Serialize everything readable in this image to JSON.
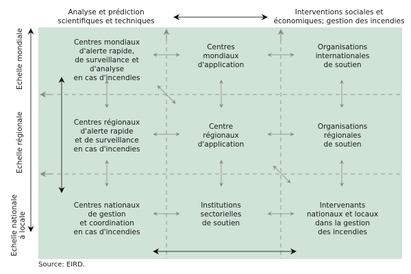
{
  "headers": {
    "left": "Analyse et prédiction\nscientifiques et techniques",
    "right": "Interventions sociales et\néconomiques; gestion des incendies"
  },
  "scales": {
    "global": "Echelle mondiale",
    "regional": "Echelle régionale",
    "national": "Echelle nationale\ná locale"
  },
  "cells": {
    "r0c0": "Centres mondiaux\nd'alerte rapide,\nde surveillance et d'analyse\nen cas d'incendies",
    "r0c1": "Centres\nmondiaux\nd'application",
    "r0c2": "Organisations\ninternationales\nde soutien",
    "r1c0": "Centres régionaux\nd'alerte rapide\net de surveillance\nen cas d'incendies",
    "r1c1": "Centre\nrégionaux\nd'application",
    "r1c2": "Organisations\nrégionales\nde soutien",
    "r2c0": "Centres nationaux\nde gestion\net coordination\nen cas d'incendies",
    "r2c1": "Institutions\nsectorielles\nde soutien",
    "r2c2": "Intervenants\nnationaux et locaux\ndans la gestion\ndes incendies"
  },
  "source": "Source: EIRD.",
  "colors": {
    "panel": "#cfe3d6",
    "dashed": "#8f9a93",
    "grey_arrow": "#8a8a8a",
    "black_arrow": "#111111"
  }
}
